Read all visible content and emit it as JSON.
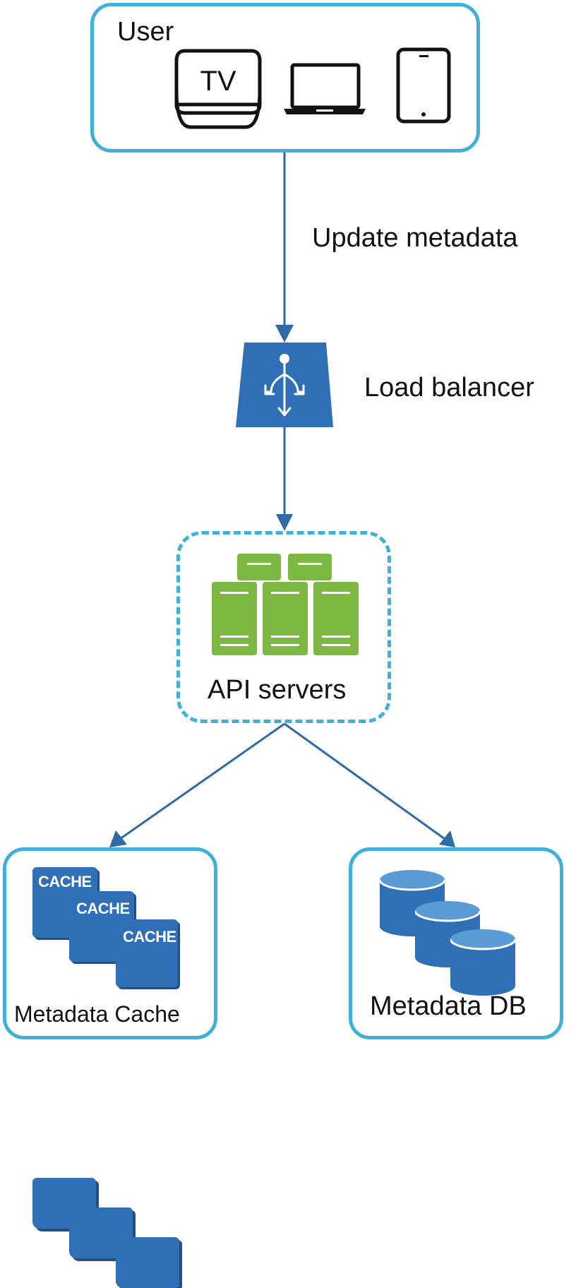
{
  "user": {
    "title": "User",
    "tv_text": "TV"
  },
  "edges": {
    "update_label": "Update metadata"
  },
  "load_balancer": {
    "label": "Load balancer"
  },
  "api": {
    "label": "API servers"
  },
  "cache": {
    "label": "Metadata Cache",
    "tile_text": "CACHE"
  },
  "db": {
    "label": "Metadata DB"
  },
  "colors": {
    "box_border": "#3eb0d9",
    "arrow": "#2e6aa6",
    "aws_blue": "#2f6fb6",
    "server_green": "#7cb842"
  }
}
